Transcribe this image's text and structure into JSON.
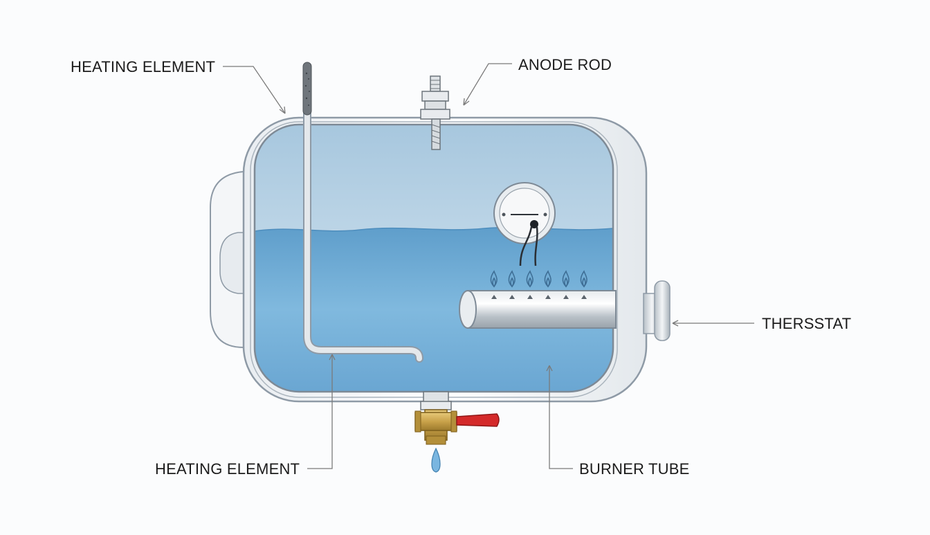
{
  "labels": {
    "heating_element_top": "HEATING ELEMENT",
    "anode_rod": "ANODE ROD",
    "thermostat": "THERSSTAT",
    "heating_element_bottom": "HEATING ELEMENT",
    "burner_tube": "BURNER TUBE"
  },
  "colors": {
    "water": "#7db6dc",
    "air": "#cfe3f0",
    "shell": "#f4f6f8",
    "outline": "#8e9aa6",
    "brass": "#c9a24a",
    "valve_handle": "#d42a2a",
    "droplet": "#7ab6e0",
    "leader_line": "#7a7a7a"
  },
  "icons": {
    "flame": "flame-icon",
    "droplet": "water-droplet-icon"
  }
}
